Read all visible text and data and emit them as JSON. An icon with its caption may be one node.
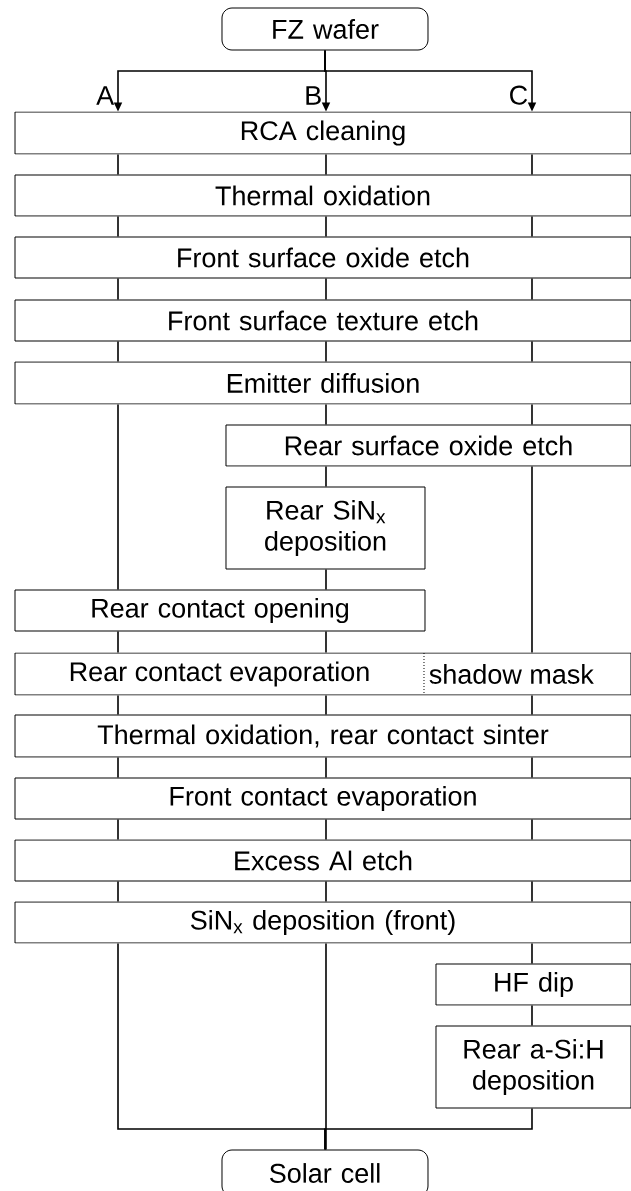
{
  "diagram": {
    "nodes": [
      {
        "text": [
          "FZ wafer"
        ]
      },
      {
        "text": [
          "RCA cleaning"
        ]
      },
      {
        "text": [
          "Thermal oxidation"
        ]
      },
      {
        "text": [
          "Front surface oxide etch"
        ]
      },
      {
        "text": [
          "Front surface texture etch"
        ]
      },
      {
        "text": [
          "Emitter diffusion"
        ]
      },
      {
        "text": [
          "Rear surface oxide etch"
        ]
      },
      {
        "text": [
          "Rear SiN$_{x}$ deposition"
        ]
      },
      {
        "text": [
          "Rear contact opening"
        ]
      },
      {
        "text": [
          "Rear contact evaporation",
          "shadow mask"
        ]
      },
      {
        "text": [
          "Thermal oxidation, rear contact sinter"
        ]
      },
      {
        "text": [
          "Front contact evaporation"
        ]
      },
      {
        "text": [
          "Excess Al etch"
        ]
      },
      {
        "text": [
          "SiN$_{x}$ deposition (front)"
        ]
      },
      {
        "text": [
          "HF dip"
        ]
      },
      {
        "text": [
          "Rear a-Si:H deposition"
        ]
      },
      {
        "text": [
          "Solar cell"
        ]
      }
    ],
    "edges": [
      {
        "from": 0,
        "to": 1,
        "arrow": "to",
        "label": "A"
      },
      {
        "from": 0,
        "to": 1,
        "arrow": "to",
        "label": "B"
      },
      {
        "from": 0,
        "to": 1,
        "arrow": "to",
        "label": "C"
      },
      {
        "from": 1,
        "to": 2,
        "arrow": "none"
      },
      {
        "from": 1,
        "to": 2,
        "arrow": "none"
      },
      {
        "from": 1,
        "to": 2,
        "arrow": "none"
      },
      {
        "from": 2,
        "to": 3,
        "arrow": "none"
      },
      {
        "from": 2,
        "to": 3,
        "arrow": "none"
      },
      {
        "from": 2,
        "to": 3,
        "arrow": "none"
      },
      {
        "from": 3,
        "to": 4,
        "arrow": "none"
      },
      {
        "from": 3,
        "to": 4,
        "arrow": "none"
      },
      {
        "from": 3,
        "to": 4,
        "arrow": "none"
      },
      {
        "from": 4,
        "to": 5,
        "arrow": "none"
      },
      {
        "from": 4,
        "to": 5,
        "arrow": "none"
      },
      {
        "from": 4,
        "to": 5,
        "arrow": "none"
      },
      {
        "from": 5,
        "to": 8,
        "arrow": "none"
      },
      {
        "from": 5,
        "to": 6,
        "arrow": "none"
      },
      {
        "from": 5,
        "to": 6,
        "arrow": "none"
      },
      {
        "from": 6,
        "to": 7,
        "arrow": "none"
      },
      {
        "from": 6,
        "to": 9,
        "arrow": "none"
      },
      {
        "from": 7,
        "to": 8,
        "arrow": "none"
      },
      {
        "from": 8,
        "to": 9,
        "arrow": "none"
      },
      {
        "from": 8,
        "to": 9,
        "arrow": "none"
      },
      {
        "from": 9,
        "to": 10,
        "arrow": "none"
      },
      {
        "from": 9,
        "to": 10,
        "arrow": "none"
      },
      {
        "from": 9,
        "to": 10,
        "arrow": "none"
      },
      {
        "from": 10,
        "to": 11,
        "arrow": "none"
      },
      {
        "from": 10,
        "to": 11,
        "arrow": "none"
      },
      {
        "from": 10,
        "to": 11,
        "arrow": "none"
      },
      {
        "from": 11,
        "to": 12,
        "arrow": "none"
      },
      {
        "from": 11,
        "to": 12,
        "arrow": "none"
      },
      {
        "from": 11,
        "to": 12,
        "arrow": "none"
      },
      {
        "from": 12,
        "to": 13,
        "arrow": "none"
      },
      {
        "from": 12,
        "to": 13,
        "arrow": "none"
      },
      {
        "from": 12,
        "to": 13,
        "arrow": "none"
      },
      {
        "from": 13,
        "to": 14,
        "arrow": "none"
      },
      {
        "from": 14,
        "to": 15,
        "arrow": "none"
      },
      {
        "from": 13,
        "to": 16,
        "arrow": "none"
      },
      {
        "from": 13,
        "to": 16,
        "arrow": "none"
      },
      {
        "from": 15,
        "to": 16,
        "arrow": "none"
      }
    ]
  }
}
